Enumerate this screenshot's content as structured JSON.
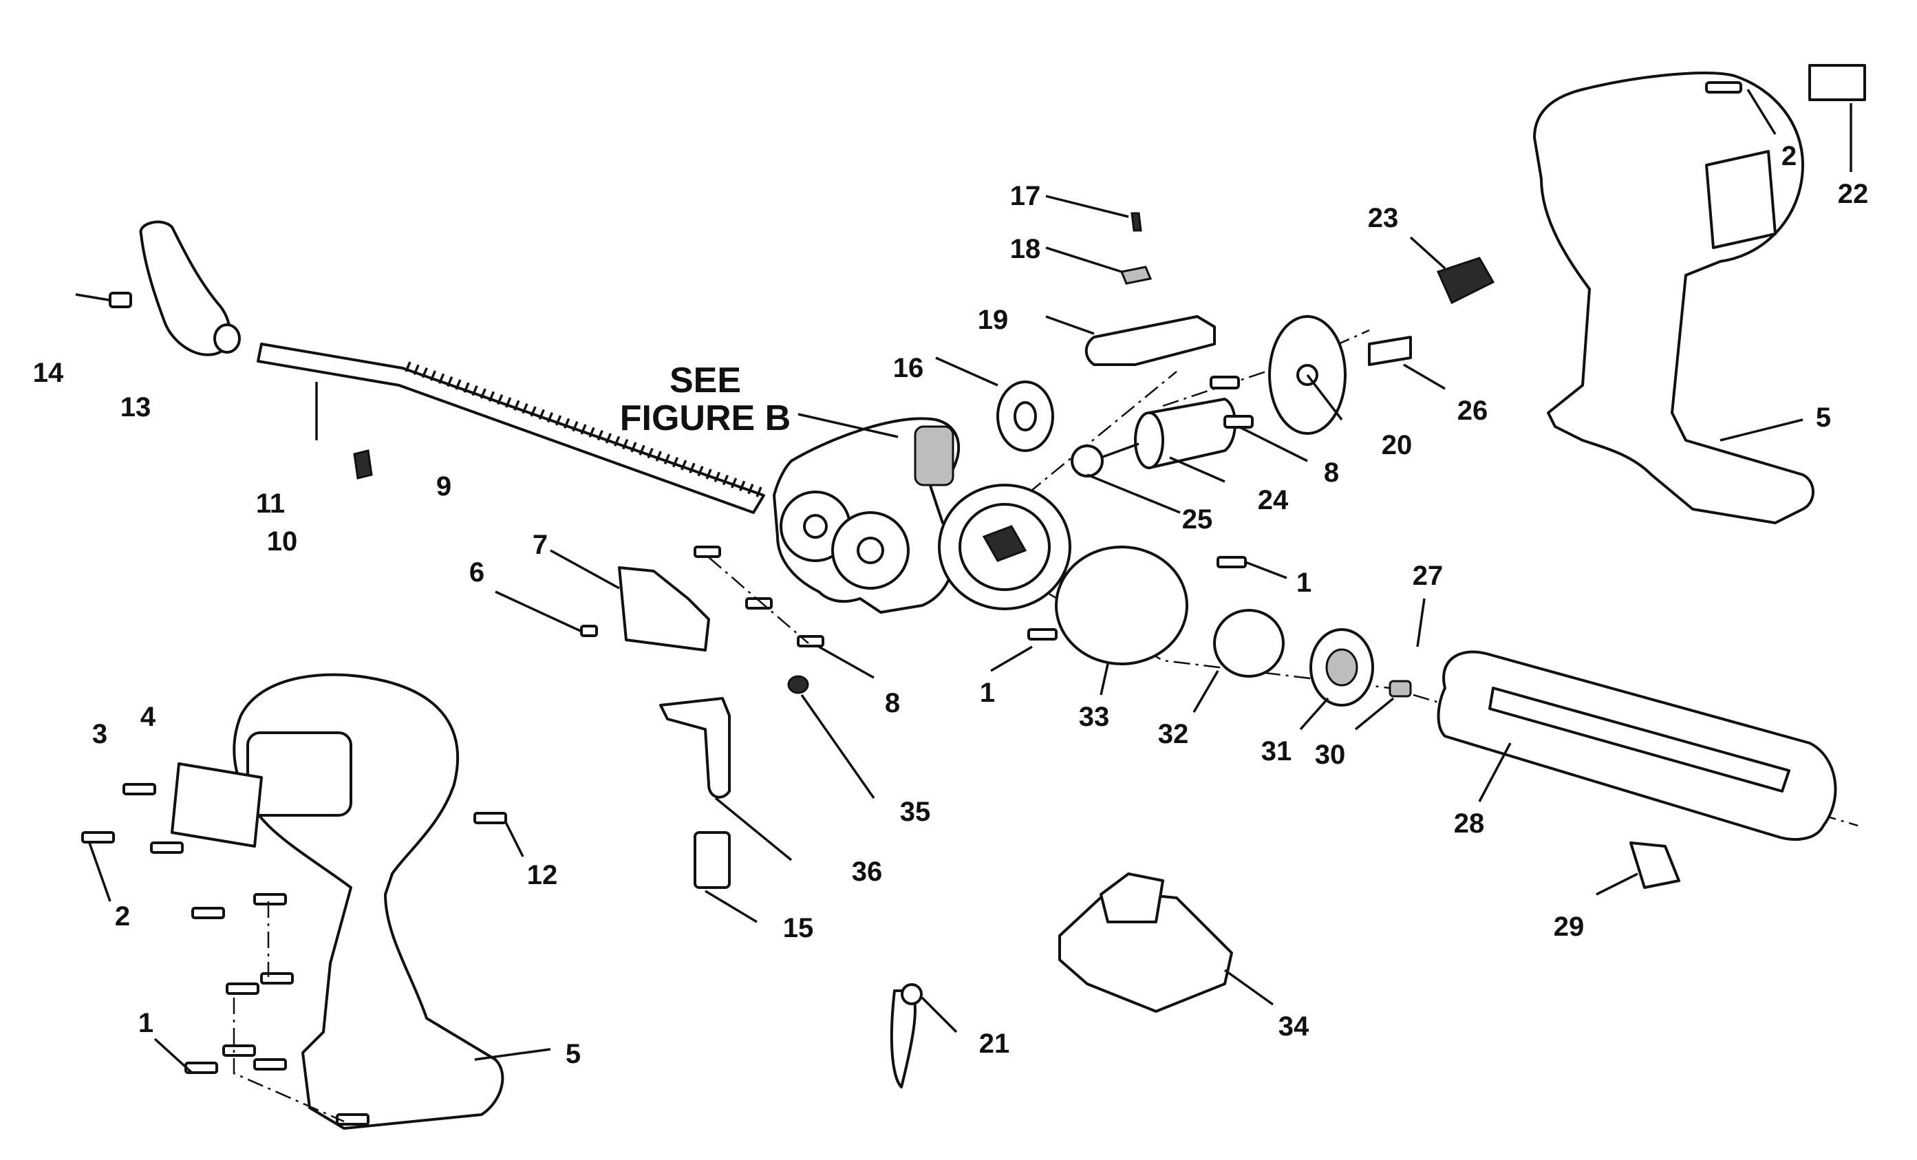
{
  "figure_note": {
    "line1": "SEE",
    "line2": "FIGURE B"
  },
  "callouts": [
    {
      "id": "c14",
      "text": "14"
    },
    {
      "id": "c13",
      "text": "13"
    },
    {
      "id": "c11",
      "text": "11"
    },
    {
      "id": "c10",
      "text": "10"
    },
    {
      "id": "c9",
      "text": "9"
    },
    {
      "id": "c17",
      "text": "17"
    },
    {
      "id": "c18",
      "text": "18"
    },
    {
      "id": "c19",
      "text": "19"
    },
    {
      "id": "c16",
      "text": "16"
    },
    {
      "id": "c23",
      "text": "23"
    },
    {
      "id": "c26",
      "text": "26"
    },
    {
      "id": "c20",
      "text": "20"
    },
    {
      "id": "c8a",
      "text": "8"
    },
    {
      "id": "c24",
      "text": "24"
    },
    {
      "id": "c25",
      "text": "25"
    },
    {
      "id": "c2a",
      "text": "2"
    },
    {
      "id": "c22",
      "text": "22"
    },
    {
      "id": "c5a",
      "text": "5"
    },
    {
      "id": "c7",
      "text": "7"
    },
    {
      "id": "c6",
      "text": "6"
    },
    {
      "id": "c8b",
      "text": "8"
    },
    {
      "id": "c1a",
      "text": "1"
    },
    {
      "id": "c1b",
      "text": "1"
    },
    {
      "id": "c33",
      "text": "33"
    },
    {
      "id": "c32",
      "text": "32"
    },
    {
      "id": "c31",
      "text": "31"
    },
    {
      "id": "c30",
      "text": "30"
    },
    {
      "id": "c27",
      "text": "27"
    },
    {
      "id": "c28",
      "text": "28"
    },
    {
      "id": "c29",
      "text": "29"
    },
    {
      "id": "c35",
      "text": "35"
    },
    {
      "id": "c36",
      "text": "36"
    },
    {
      "id": "c15",
      "text": "15"
    },
    {
      "id": "c21",
      "text": "21"
    },
    {
      "id": "c34",
      "text": "34"
    },
    {
      "id": "c3",
      "text": "3"
    },
    {
      "id": "c4",
      "text": "4"
    },
    {
      "id": "c2b",
      "text": "2"
    },
    {
      "id": "c12",
      "text": "12"
    },
    {
      "id": "c1c",
      "text": "1"
    },
    {
      "id": "c5b",
      "text": "5"
    }
  ]
}
